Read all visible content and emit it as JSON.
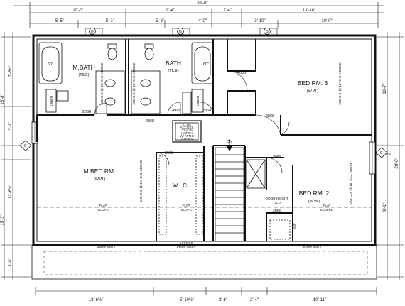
{
  "dimensions": {
    "top_total": "38'-0\"",
    "top_row1": [
      "10'-0\"",
      "9'-4\"",
      "2'-4\"",
      "13'-10\""
    ],
    "top_row2": [
      "5'-5\"",
      "5'-1\"",
      "5'-8\"",
      "4'-0\"",
      "3'-10\"",
      "10'-0\""
    ],
    "bottom": [
      "13'-6½\"",
      "5'-10½\"",
      "3'-6\"",
      "2'-4\"",
      "10'-11\""
    ],
    "left": [
      "7'-8½\"",
      "3'-1\"",
      "12'-6½\"",
      "3'-0\""
    ],
    "left_total": "13'-8\"",
    "left_total2": "15'-3\"",
    "right": [
      "10'-7\"",
      "9'-1\""
    ],
    "right_total": "28'-0\""
  },
  "rooms": {
    "m_bath": {
      "name": "M.BATH",
      "finish": "(TILE)"
    },
    "bath": {
      "name": "BATH",
      "finish": "(TILE)"
    },
    "bed3": {
      "name": "BED RM. 3",
      "finish": "(W.W.)"
    },
    "m_bed": {
      "name": "M.BED RM.",
      "finish": "(W.W.)"
    },
    "wic": {
      "name": "W.I.C."
    },
    "bed2": {
      "name": "BED RM. 2",
      "finish": "(W.W.)"
    }
  },
  "tub_labels": [
    "60\"",
    "60\""
  ],
  "linen_labels": [
    "LINEN",
    "LINEN"
  ],
  "door_labels": [
    "2668",
    "2868",
    "2868",
    "2868",
    "4068",
    "2868",
    "2668",
    "2958",
    "2668"
  ],
  "small_labels": {
    "hatch": [
      "ATTIC",
      "ACCESS",
      "22 x 30",
      "HATCH",
      "W/ ATTIC",
      "STAIRS"
    ],
    "dn": "DN",
    "door_height": [
      "DOOR HEIGHT",
      "T.&.D."
    ],
    "access": "ACCESS",
    "knee_wall": [
      "KNEE WALL",
      "KNEE WALL",
      "KNEE WALL"
    ],
    "flat_slope": [
      "FLAT",
      "SLOPE",
      "FLAT",
      "SLOPE",
      "FLAT",
      "SLOPED"
    ],
    "six_zero": "6'0\""
  },
  "ceiling_notes": [
    "2X6 C.J. @ 16\" O.C. ABOVE",
    "2X6 C.J. @ 16\" O.C. ABOVE",
    "2X8 C.J. @ 16\" O.C. ABOVE",
    "2X8 C.J. @ 16\" O.C. ABOVE",
    "2X8 C.J. @ 16\" O.C. ABOVE"
  ],
  "section_markers": [
    "B",
    "B",
    "B",
    "E",
    "E"
  ]
}
